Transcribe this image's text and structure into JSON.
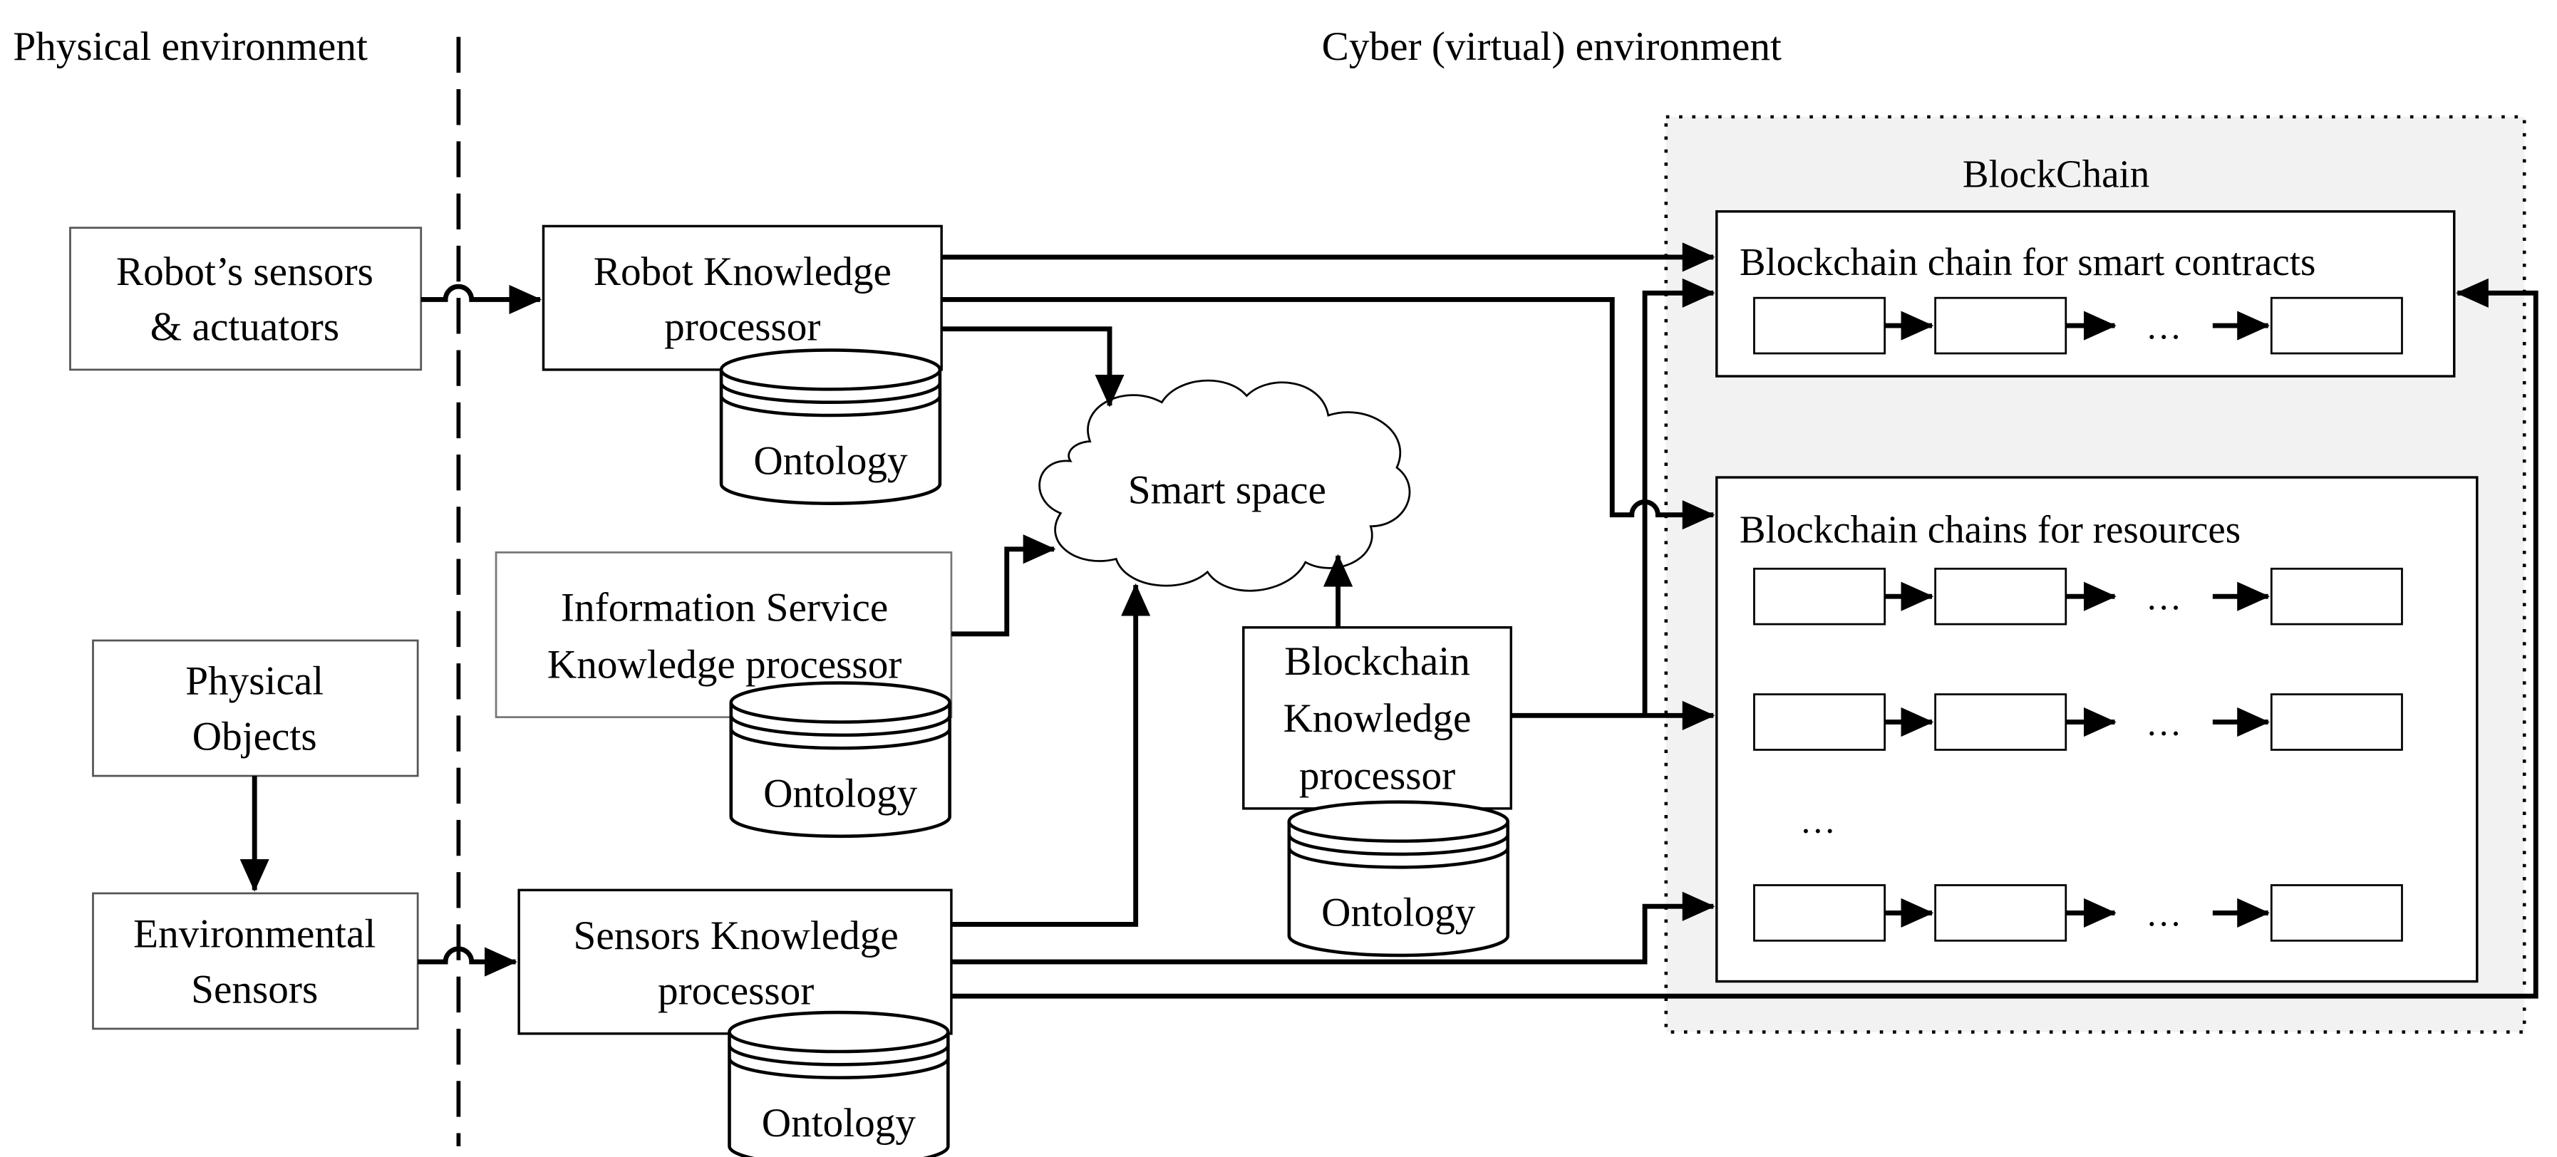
{
  "regions": {
    "physical": "Physical environment",
    "cyber": "Cyber (virtual) environment"
  },
  "blockchain": {
    "title": "BlockChain",
    "smart_contracts_label": "Blockchain chain for smart contracts",
    "resources_label": "Blockchain chains for resources",
    "chain_ellipsis": "…",
    "rows_ellipsis": "…"
  },
  "nodes": {
    "robot_sensors": [
      "Robot’s sensors",
      "& actuators"
    ],
    "physical_objects": [
      "Physical",
      "Objects"
    ],
    "env_sensors": [
      "Environmental",
      "Sensors"
    ],
    "robot_kp": [
      "Robot Knowledge",
      "processor"
    ],
    "info_kp": [
      "Information Service",
      "Knowledge processor"
    ],
    "sensors_kp": [
      "Sensors Knowledge",
      "processor"
    ],
    "blockchain_kp": [
      "Blockchain",
      "Knowledge",
      "processor"
    ],
    "smart_space": "Smart space",
    "ontology": "Ontology"
  },
  "colors": {
    "line": "#000000",
    "blockchain_bg": "#f2f2f2",
    "box_border": "#555555"
  }
}
